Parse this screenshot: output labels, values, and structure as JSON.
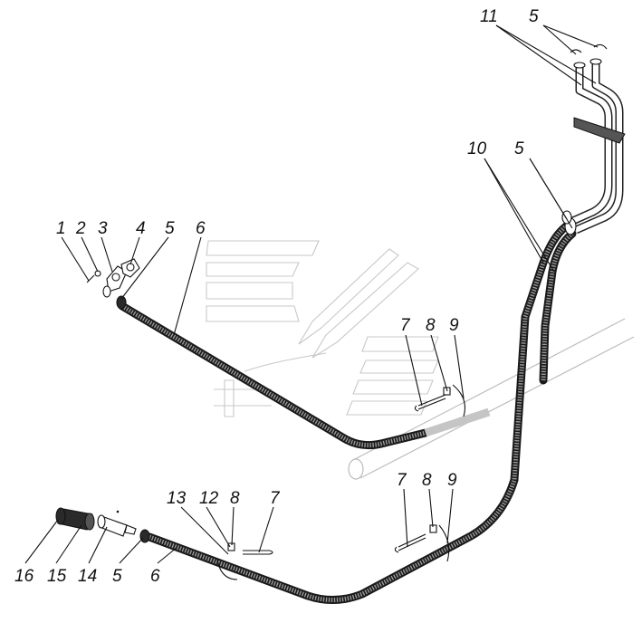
{
  "diagram": {
    "labels": {
      "l1": "1",
      "l2": "2",
      "l3": "3",
      "l4": "4",
      "l5_left": "5",
      "l6_upper": "6",
      "l7_upper": "7",
      "l8_upper": "8",
      "l9_upper": "9",
      "l10": "10",
      "l5_mid": "5",
      "l11": "11",
      "l5_top": "5",
      "l7_lower": "7",
      "l8_lower": "8",
      "l9_lower": "9",
      "l13": "13",
      "l12": "12",
      "l8_bottom": "8",
      "l7_bottom": "7",
      "l16": "16",
      "l15": "15",
      "l14": "14",
      "l5_bottom": "5",
      "l6_bottom": "6"
    },
    "icons": [
      "hose-assembly",
      "clamp",
      "tie-strap",
      "coupling-sleeve",
      "adapter-fitting",
      "manufacturer-watermark"
    ]
  }
}
